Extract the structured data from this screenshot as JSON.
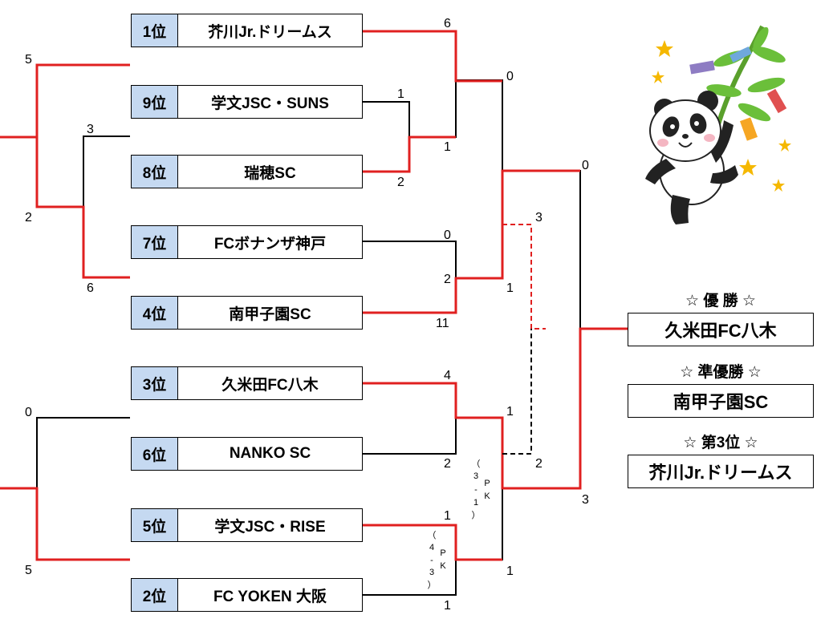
{
  "teams": [
    {
      "rank": "1位",
      "name": "芥川Jr.ドリームス"
    },
    {
      "rank": "9位",
      "name": "学文JSC・SUNS"
    },
    {
      "rank": "8位",
      "name": "瑞穂SC"
    },
    {
      "rank": "7位",
      "name": "FCボナンザ神戸"
    },
    {
      "rank": "4位",
      "name": "南甲子園SC"
    },
    {
      "rank": "3位",
      "name": "久米田FC八木"
    },
    {
      "rank": "6位",
      "name": "NANKO SC"
    },
    {
      "rank": "5位",
      "name": "学文JSC・RISE"
    },
    {
      "rank": "2位",
      "name": "FC YOKEN 大阪"
    }
  ],
  "scores": {
    "left_top_upper": "5",
    "left_top_lower": "2",
    "left_inner_upper": "3",
    "left_inner_lower": "6",
    "left_bottom_upper": "0",
    "left_bottom_lower": "5",
    "m1_top": "1",
    "m1_bottom": "2",
    "m2_top": "6",
    "m2_bottom": "1",
    "m3_top": "0",
    "m3_bottom": "2",
    "m3_below": "11",
    "m4_top": "4",
    "m4_bottom": "2",
    "m5_top": "1",
    "m5_bottom": "1",
    "sf1_top": "0",
    "sf1_bottom": "1",
    "sf2_top": "1",
    "sf2_bottom": "1",
    "third_top": "3",
    "third_bottom": "2",
    "final_top": "0",
    "final_bottom": "3"
  },
  "pk_notes": [
    {
      "open": "（",
      "score": [
        "3",
        "-",
        "1"
      ],
      "close": "）",
      "label": [
        "P",
        "K"
      ]
    },
    {
      "open": "（",
      "score": [
        "4",
        "-",
        "3"
      ],
      "close": "）",
      "label": [
        "P",
        "K"
      ]
    }
  ],
  "results": {
    "champion_label": "☆ 優 勝 ☆",
    "champion": "久米田FC八木",
    "runnerup_label": "☆ 準優勝 ☆",
    "runnerup": "南甲子園SC",
    "third_label": "☆ 第3位 ☆",
    "third": "芥川Jr.ドリームス"
  },
  "colors": {
    "winner_line": "#e02020",
    "loser_line": "#000000",
    "rank_cell": "#c5d9f1"
  }
}
